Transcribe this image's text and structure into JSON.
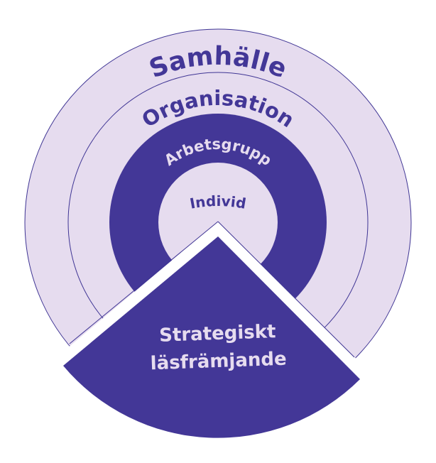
{
  "diagram": {
    "rings": {
      "outer": "Samhälle",
      "second": "Organisation",
      "third": "Arbetsgrupp",
      "inner": "Individ"
    },
    "wedge": {
      "line1": "Strategiskt",
      "line2": "läsfrämjande"
    },
    "colors": {
      "light": "#e6dcef",
      "dark": "#433797",
      "stroke": "#3f3594"
    }
  }
}
